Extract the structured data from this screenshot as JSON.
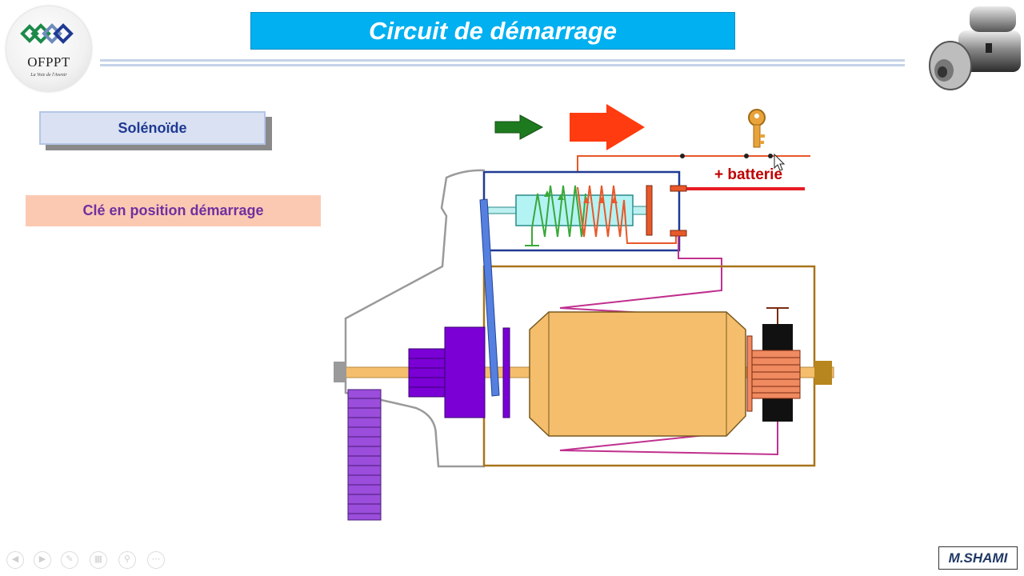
{
  "slide": {
    "title": "Circuit de démarrage",
    "logo_name": "OFPPT",
    "logo_tagline": "La Voie de l'Avenir",
    "component_button": "Solénoïde",
    "state_label": "Clé en position démarrage",
    "battery_label": "+ batterie",
    "author": "M.SHAMI"
  },
  "navbar": {
    "buttons": [
      "previous-icon",
      "next-icon",
      "pen-icon",
      "slides-icon",
      "zoom-icon",
      "more-icon"
    ]
  },
  "colors": {
    "title_bg": "#00b0f0",
    "battery_wire": "#e81c24",
    "key_wire": "#e8582a",
    "solenoid_frame": "#1f3a93",
    "motor_frame": "#a8741a",
    "armature": "#f4be6c",
    "pinion": "#7a00d6",
    "ring_gear": "#9b4ddb",
    "lever": "#5580e0",
    "arrow_green": "#1e7a1e",
    "arrow_red": "#ff3b0f",
    "field_wire": "#c0308e"
  }
}
